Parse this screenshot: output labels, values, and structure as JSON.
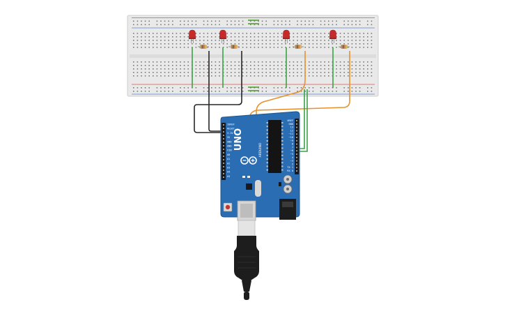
{
  "colors": {
    "background": "#ffffff",
    "breadboard": "#e8e8e8",
    "rail_red": "#d9534f",
    "rail_blue": "#5b7fc9",
    "arduino_board": "#2b6db3",
    "wire_green": "#3aa345",
    "wire_black": "#262626",
    "wire_orange": "#e8912d",
    "led_red": "#c62a2a",
    "usb_cable": "#1d1d1d"
  },
  "arduino": {
    "model_label": "UNO",
    "brand_label": "ARDUINO",
    "header_power_labels": [
      "IOREF",
      "RESET",
      "3.3V",
      "5V",
      "GND",
      "GND",
      "VIN"
    ],
    "header_analog_labels": [
      "A0",
      "A1",
      "A2",
      "A3",
      "A4",
      "A5"
    ],
    "header_digital_labels": [
      "AREF",
      "GND",
      "13",
      "12",
      "~11",
      "~10",
      "~9",
      "8",
      "7",
      "~6",
      "~5",
      "4",
      "~3",
      "2",
      "TX 1",
      "RX 0"
    ]
  },
  "leds": [
    {
      "name": "led-1",
      "color": "red"
    },
    {
      "name": "led-2",
      "color": "red"
    },
    {
      "name": "led-3",
      "color": "red"
    },
    {
      "name": "led-4",
      "color": "red"
    }
  ]
}
